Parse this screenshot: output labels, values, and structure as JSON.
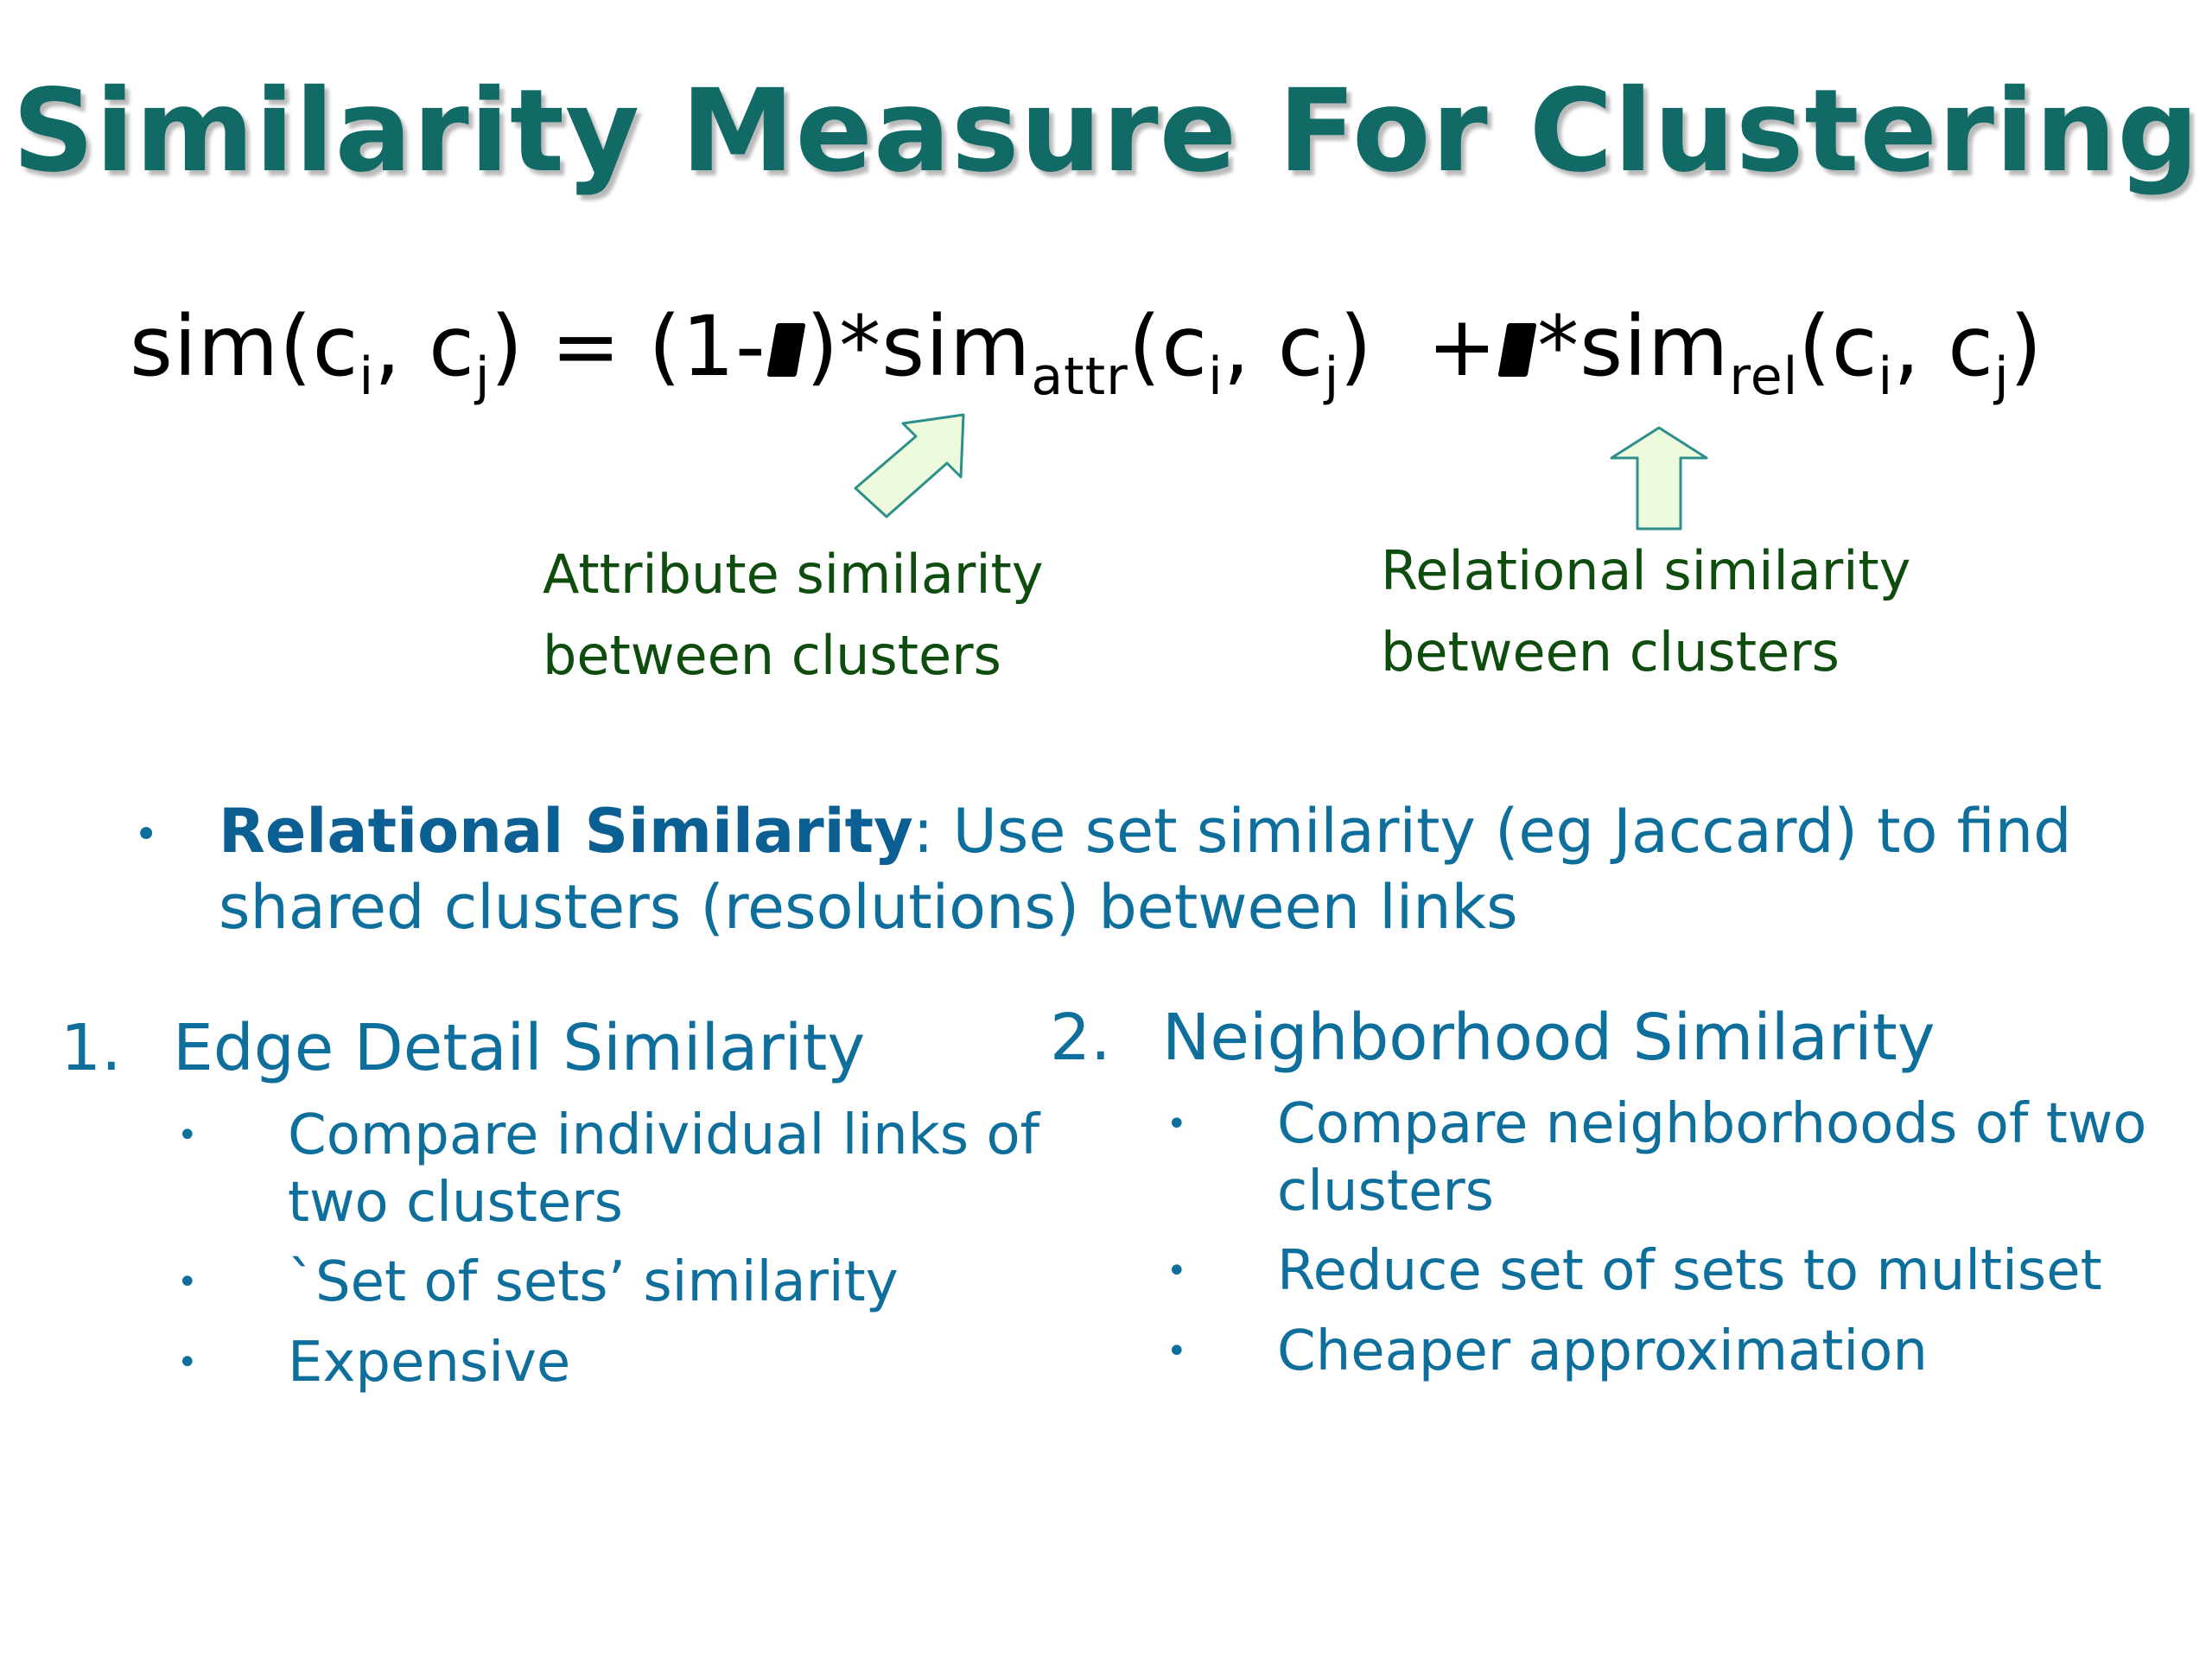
{
  "slide": {
    "title": "Similarity Measure For Clustering",
    "formula": {
      "sim": "sim(c",
      "sub_i": "i",
      "comma_c": ", c",
      "sub_j": "j",
      "eq_part": ") = (1-",
      "times_sim": ")*sim",
      "sub_attr": "attr",
      "open_c": "(c",
      "sub_i2": "i",
      "comma_c2": ", c",
      "sub_j2": "j",
      "plus_part": ")  +",
      "times_sim2": "*sim",
      "sub_rel": "rel",
      "open_c2": "(c",
      "sub_i3": "i",
      "comma_c3": ", c",
      "sub_j3": "j",
      "close": ")"
    },
    "annotations": {
      "attribute_line1": "Attribute similarity",
      "attribute_line2": "between clusters",
      "relational_line1": "Relational similarity",
      "relational_line2": "between clusters"
    },
    "relational_bullet": {
      "marker": "•",
      "bold_term": "Relational Similarity",
      "line1_rest": ": Use set similarity (eg Jaccard) to find",
      "line2": "shared clusters (resolutions) between links"
    },
    "column1": {
      "number": "1.",
      "heading": "Edge Detail Similarity",
      "items": [
        {
          "marker": "•",
          "line1": "Compare individual links of",
          "line2": "two clusters"
        },
        {
          "marker": "•",
          "line1": "`Set of sets’ similarity"
        },
        {
          "marker": "•",
          "line1": "Expensive"
        }
      ]
    },
    "column2": {
      "number": "2.",
      "heading": "Neighborhood Similarity",
      "items": [
        {
          "marker": "•",
          "line1": "Compare neighborhoods of two",
          "line2": "clusters"
        },
        {
          "marker": "•",
          "line1": "Reduce set of sets to multiset"
        },
        {
          "marker": "•",
          "line1": "Cheaper approximation"
        }
      ]
    }
  },
  "colors": {
    "title": "#116a66",
    "annotation": "#0f4d0f",
    "body_blue": "#0e6e9c",
    "arrow_fill": "#eefadc",
    "arrow_stroke": "#2d8f8a"
  }
}
